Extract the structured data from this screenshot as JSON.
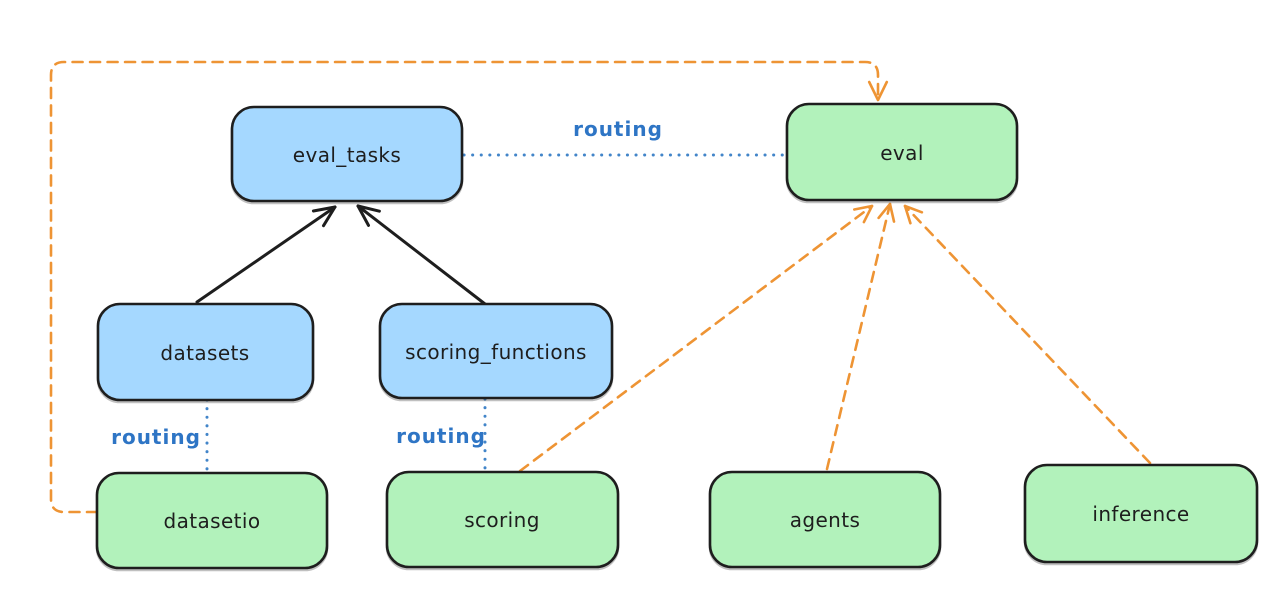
{
  "diagram": {
    "background_color": "#ffffff",
    "palette": {
      "node_stroke": "#1e1e1e",
      "blue_node_fill": "#a5d8ff",
      "green_node_fill": "#b2f2bb",
      "orange_edge": "#ee9434",
      "blue_edge": "#4285c9",
      "routing_label_color": "#2e75c5"
    },
    "nodes": [
      {
        "id": "eval_tasks",
        "label": "eval_tasks",
        "color": "blue"
      },
      {
        "id": "eval",
        "label": "eval",
        "color": "green"
      },
      {
        "id": "datasets",
        "label": "datasets",
        "color": "blue"
      },
      {
        "id": "scoring_functions",
        "label": "scoring_functions",
        "color": "blue"
      },
      {
        "id": "datasetio",
        "label": "datasetio",
        "color": "green"
      },
      {
        "id": "scoring",
        "label": "scoring",
        "color": "green"
      },
      {
        "id": "agents",
        "label": "agents",
        "color": "green"
      },
      {
        "id": "inference",
        "label": "inference",
        "color": "green"
      }
    ],
    "edges": [
      {
        "from": "datasets",
        "to": "eval_tasks",
        "style": "solid-black-arrow",
        "label": ""
      },
      {
        "from": "scoring_functions",
        "to": "eval_tasks",
        "style": "solid-black-arrow",
        "label": ""
      },
      {
        "from": "eval_tasks",
        "to": "eval",
        "style": "dotted-blue",
        "label": "routing"
      },
      {
        "from": "datasets",
        "to": "datasetio",
        "style": "dotted-blue",
        "label": "routing"
      },
      {
        "from": "scoring_functions",
        "to": "scoring",
        "style": "dotted-blue",
        "label": "routing"
      },
      {
        "from": "datasetio",
        "to": "eval",
        "style": "dashed-orange-arrow",
        "label": ""
      },
      {
        "from": "scoring",
        "to": "eval",
        "style": "dashed-orange-arrow",
        "label": ""
      },
      {
        "from": "agents",
        "to": "eval",
        "style": "dashed-orange-arrow",
        "label": ""
      },
      {
        "from": "inference",
        "to": "eval",
        "style": "dashed-orange-arrow",
        "label": ""
      }
    ]
  }
}
